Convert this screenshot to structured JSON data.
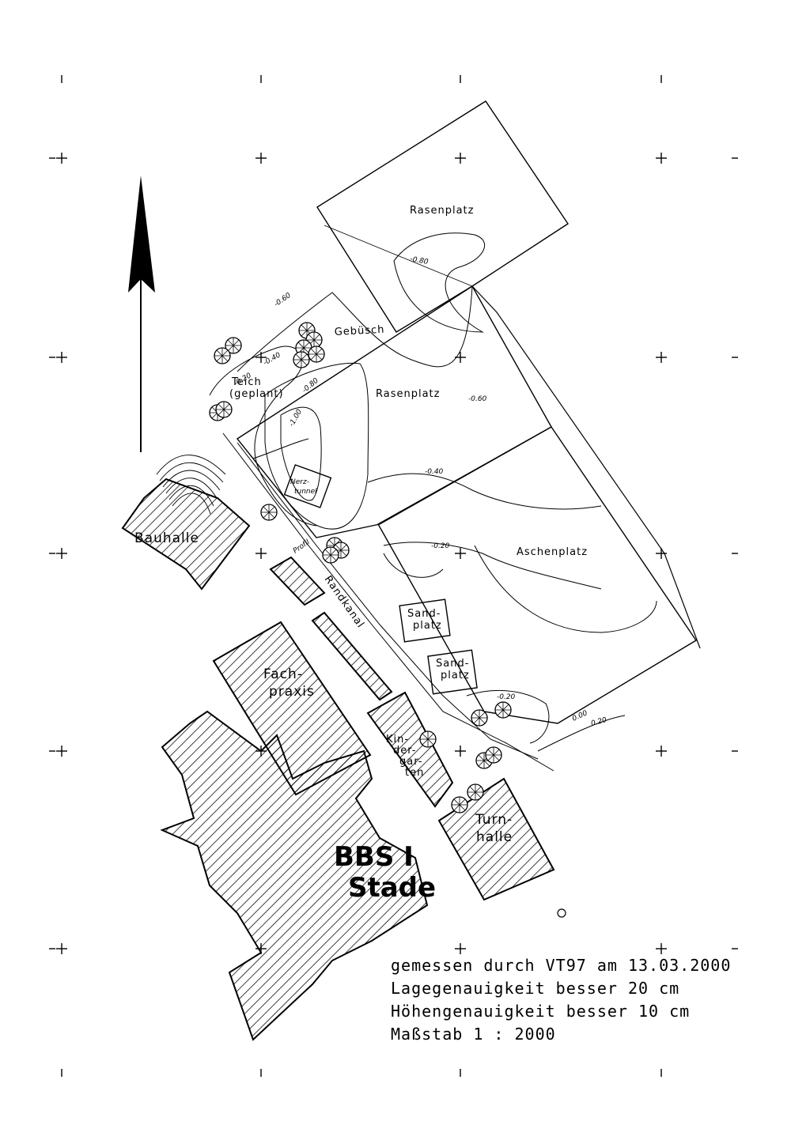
{
  "map": {
    "title_line1": "BBS I",
    "title_line2": "Stade",
    "labels": {
      "rasenplatz_top": "Rasenplatz",
      "rasenplatz_mid": "Rasenplatz",
      "aschenplatz": "Aschenplatz",
      "gebuesch": "Gebüsch",
      "teich_1": "Teich",
      "teich_2": "(geplant)",
      "bauhalle": "Bauhalle",
      "fachpraxis_1": "Fach-",
      "fachpraxis_2": "praxis",
      "turnhalle_1": "Turn-",
      "turnhalle_2": "halle",
      "sandplatz1_1": "Sand-",
      "sandplatz1_2": "platz",
      "sandplatz2_1": "Sand-",
      "sandplatz2_2": "platz",
      "nerztunnel_1": "Nerz-",
      "nerztunnel_2": "tunnel",
      "kindergarten_1": "Kin-",
      "kindergarten_2": "der-",
      "kindergarten_3": "gar-",
      "kindergarten_4": "ten",
      "randkanal": "Randkanal",
      "profil": "Profil"
    },
    "contour_labels": [
      "-0.80",
      "-0.60",
      "-0.40",
      "-0.20",
      "-0.60",
      "-0.40",
      "-1.00",
      "-0.80",
      "-0.20",
      "-0.20",
      "0.00",
      "0.20"
    ],
    "info": {
      "line1": "gemessen durch VT97 am 13.03.2000",
      "line2": "Lagegenauigkeit besser 20 cm",
      "line3": "Höhengenauigkeit besser 10 cm",
      "line4": "Maßstab 1 : 2000"
    },
    "icons": {
      "north_arrow": "north-arrow-icon",
      "grid_cross": "plus-icon",
      "tree": "tree-symbol-icon",
      "survey_point": "circle-icon"
    },
    "colors": {
      "ink": "#000000",
      "paper": "#ffffff"
    }
  }
}
